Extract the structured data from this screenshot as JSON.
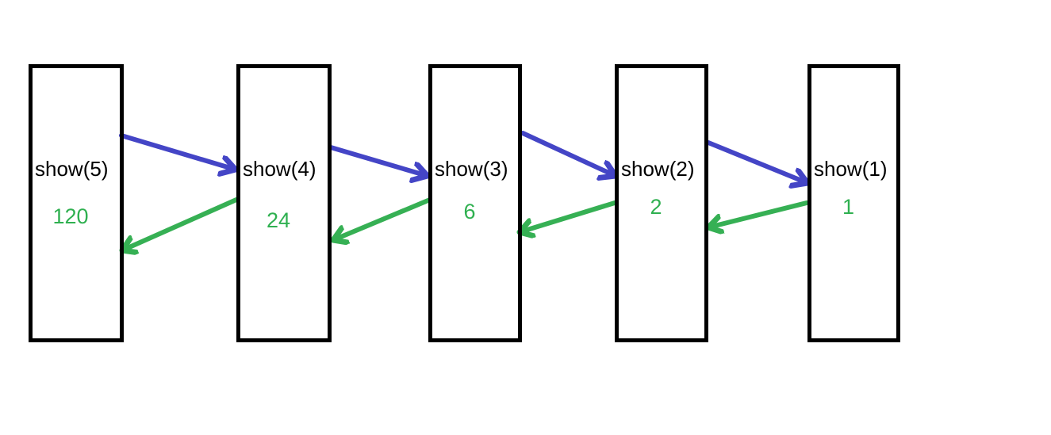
{
  "diagram": {
    "description": "recursive call stack trace of show(n) with return values",
    "frames": [
      {
        "label": "show(5)",
        "value": "120"
      },
      {
        "label": "show(4)",
        "value": "24"
      },
      {
        "label": "show(3)",
        "value": "6"
      },
      {
        "label": "show(2)",
        "value": "2"
      },
      {
        "label": "show(1)",
        "value": "1"
      }
    ],
    "arrows": {
      "calls": [
        {
          "from": "show(5)",
          "to": "show(4)"
        },
        {
          "from": "show(4)",
          "to": "show(3)"
        },
        {
          "from": "show(3)",
          "to": "show(2)"
        },
        {
          "from": "show(2)",
          "to": "show(1)"
        }
      ],
      "returns": [
        {
          "from": "show(4)",
          "to": "show(5)"
        },
        {
          "from": "show(3)",
          "to": "show(4)"
        },
        {
          "from": "show(2)",
          "to": "show(3)"
        },
        {
          "from": "show(1)",
          "to": "show(2)"
        }
      ]
    },
    "colors": {
      "call_arrow": "#4445c6",
      "return_arrow": "#36b054",
      "value_text": "#2fb050",
      "label_text": "#000000",
      "frame_border": "#000000",
      "background": "#ffffff"
    }
  }
}
